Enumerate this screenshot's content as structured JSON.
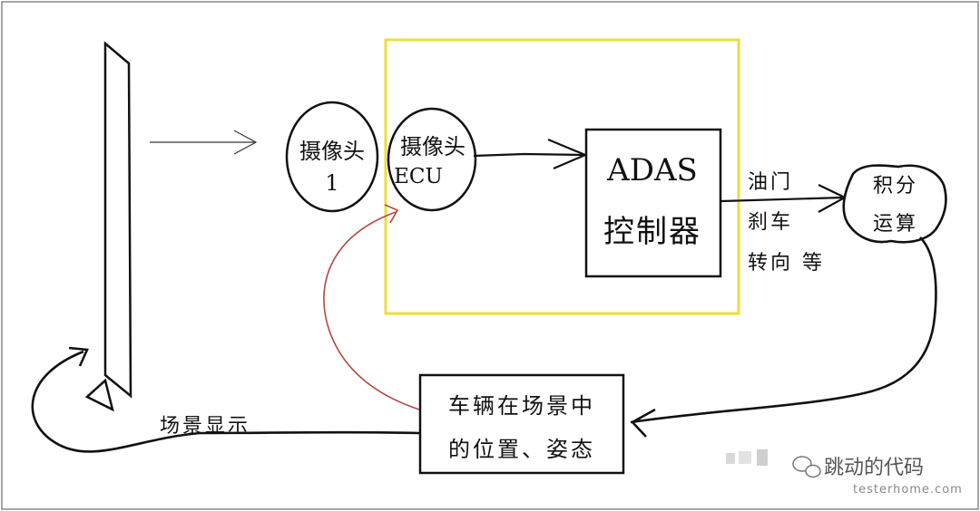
{
  "camera1": {
    "line1": "摄像头",
    "line2": "1"
  },
  "camera_ecu": {
    "line1": "摄像头",
    "line2": "ECU"
  },
  "adas": {
    "line1": "ADAS",
    "line2": "控制器"
  },
  "control_outputs": {
    "line1": "油门",
    "line2": "刹车",
    "line3": "转向 等"
  },
  "integration": {
    "line1": "积分",
    "line2": "运算"
  },
  "vehicle_state": {
    "line1": "车辆在场景中",
    "line2": "的位置、姿态"
  },
  "scene_display_label": "场景显示",
  "watermark": {
    "account": "跳动的代码",
    "site": "testerhome.com"
  },
  "colors": {
    "highlight_box": "#ecdf3a",
    "feedback_arrow": "#b5473f",
    "ink": "#111111"
  }
}
